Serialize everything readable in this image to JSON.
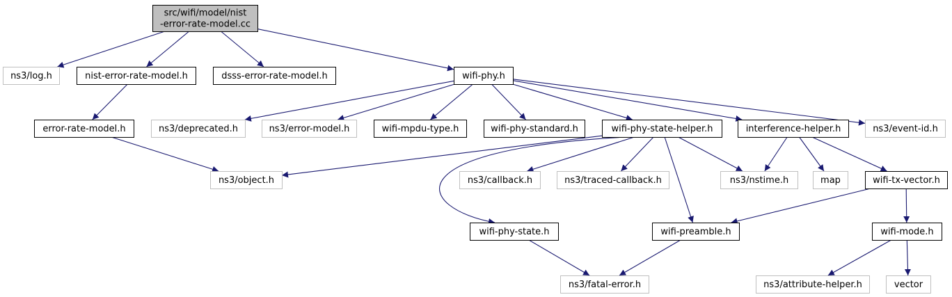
{
  "colors": {
    "edge": "#191970",
    "root_fill": "#bfbfbf",
    "local_border": "#000000",
    "external_border": "#bfbfbf"
  },
  "nodes": [
    {
      "id": "root",
      "lines": [
        "src/wifi/model/nist",
        "-error-rate-model.cc"
      ],
      "kind": "root"
    },
    {
      "id": "log",
      "lines": [
        "ns3/log.h"
      ],
      "kind": "external"
    },
    {
      "id": "nist",
      "lines": [
        "nist-error-rate-model.h"
      ],
      "kind": "local"
    },
    {
      "id": "dsss",
      "lines": [
        "dsss-error-rate-model.h"
      ],
      "kind": "local"
    },
    {
      "id": "wifiphy",
      "lines": [
        "wifi-phy.h"
      ],
      "kind": "local"
    },
    {
      "id": "erm",
      "lines": [
        "error-rate-model.h"
      ],
      "kind": "local"
    },
    {
      "id": "deprecated",
      "lines": [
        "ns3/deprecated.h"
      ],
      "kind": "external"
    },
    {
      "id": "errormodel",
      "lines": [
        "ns3/error-model.h"
      ],
      "kind": "external"
    },
    {
      "id": "mpdu",
      "lines": [
        "wifi-mpdu-type.h"
      ],
      "kind": "local"
    },
    {
      "id": "standard",
      "lines": [
        "wifi-phy-standard.h"
      ],
      "kind": "local"
    },
    {
      "id": "statehelper",
      "lines": [
        "wifi-phy-state-helper.h"
      ],
      "kind": "local"
    },
    {
      "id": "interference",
      "lines": [
        "interference-helper.h"
      ],
      "kind": "local"
    },
    {
      "id": "eventid",
      "lines": [
        "ns3/event-id.h"
      ],
      "kind": "external"
    },
    {
      "id": "object",
      "lines": [
        "ns3/object.h"
      ],
      "kind": "external"
    },
    {
      "id": "callback",
      "lines": [
        "ns3/callback.h"
      ],
      "kind": "external"
    },
    {
      "id": "traced",
      "lines": [
        "ns3/traced-callback.h"
      ],
      "kind": "external"
    },
    {
      "id": "nstime",
      "lines": [
        "ns3/nstime.h"
      ],
      "kind": "external"
    },
    {
      "id": "map",
      "lines": [
        "map"
      ],
      "kind": "external"
    },
    {
      "id": "txvector",
      "lines": [
        "wifi-tx-vector.h"
      ],
      "kind": "local"
    },
    {
      "id": "phystate",
      "lines": [
        "wifi-phy-state.h"
      ],
      "kind": "local"
    },
    {
      "id": "preamble",
      "lines": [
        "wifi-preamble.h"
      ],
      "kind": "local"
    },
    {
      "id": "mode",
      "lines": [
        "wifi-mode.h"
      ],
      "kind": "local"
    },
    {
      "id": "fatal",
      "lines": [
        "ns3/fatal-error.h"
      ],
      "kind": "external"
    },
    {
      "id": "attr",
      "lines": [
        "ns3/attribute-helper.h"
      ],
      "kind": "external"
    },
    {
      "id": "vector",
      "lines": [
        "vector"
      ],
      "kind": "external"
    }
  ],
  "edges": [
    [
      "root",
      "log"
    ],
    [
      "root",
      "nist"
    ],
    [
      "root",
      "dsss"
    ],
    [
      "root",
      "wifiphy"
    ],
    [
      "nist",
      "erm"
    ],
    [
      "erm",
      "object"
    ],
    [
      "wifiphy",
      "deprecated"
    ],
    [
      "wifiphy",
      "errormodel"
    ],
    [
      "wifiphy",
      "mpdu"
    ],
    [
      "wifiphy",
      "standard"
    ],
    [
      "wifiphy",
      "statehelper"
    ],
    [
      "wifiphy",
      "interference"
    ],
    [
      "wifiphy",
      "eventid"
    ],
    [
      "statehelper",
      "object"
    ],
    [
      "statehelper",
      "phystate"
    ],
    [
      "statehelper",
      "callback"
    ],
    [
      "statehelper",
      "traced"
    ],
    [
      "statehelper",
      "nstime"
    ],
    [
      "statehelper",
      "preamble"
    ],
    [
      "interference",
      "nstime"
    ],
    [
      "interference",
      "map"
    ],
    [
      "interference",
      "txvector"
    ],
    [
      "txvector",
      "preamble"
    ],
    [
      "txvector",
      "mode"
    ],
    [
      "phystate",
      "fatal"
    ],
    [
      "preamble",
      "fatal"
    ],
    [
      "mode",
      "attr"
    ],
    [
      "mode",
      "vector"
    ]
  ]
}
